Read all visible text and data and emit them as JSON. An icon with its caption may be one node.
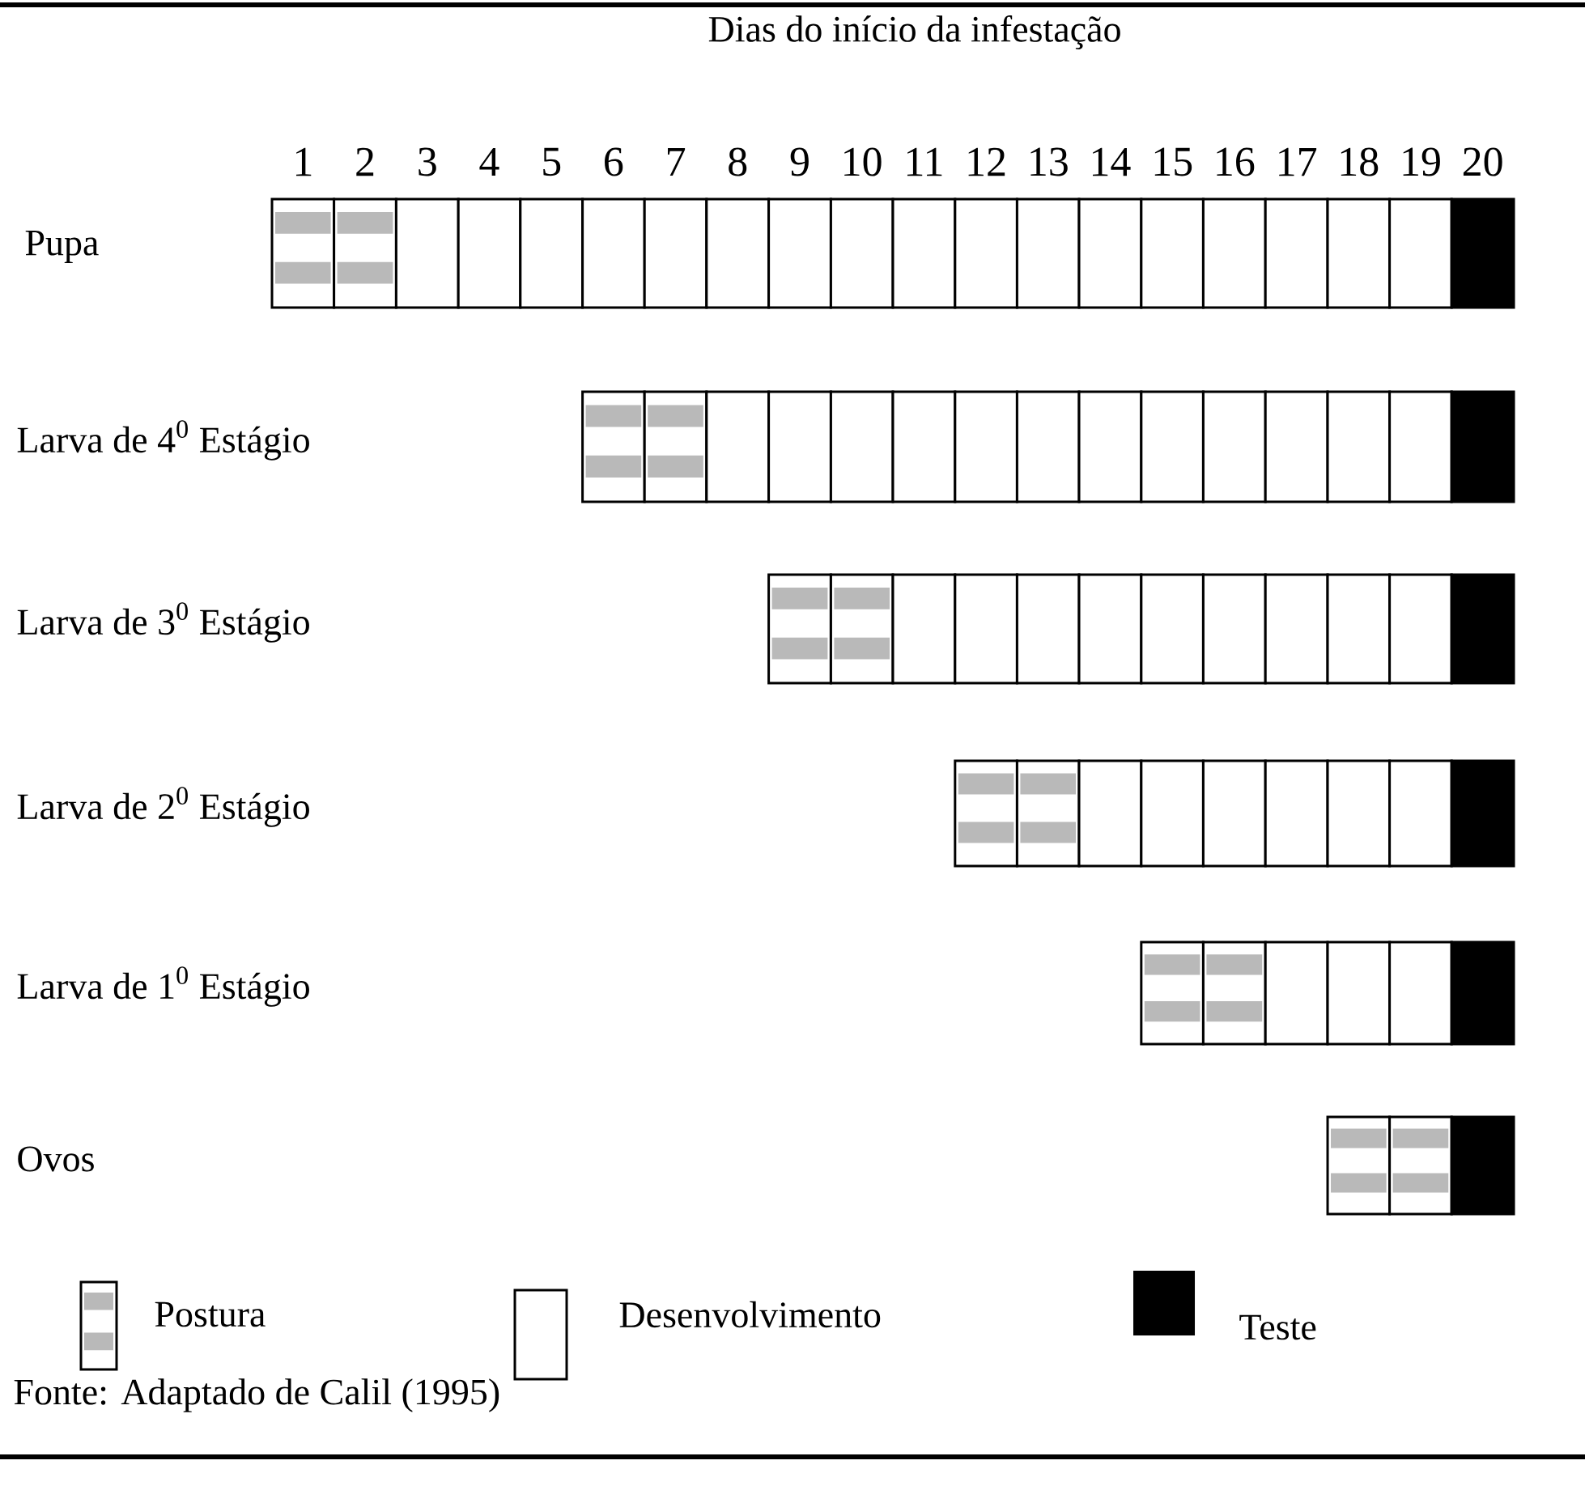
{
  "diagram": {
    "caption": "Fonte: Adaptado de Calil (1995)",
    "nodes": [
      {
        "text": [
          "Pupa"
        ]
      },
      {
        "text": [
          "Larva de 4$^{0}$ Estágio"
        ]
      },
      {
        "text": [
          "Larva de 3$^{0}$ Estágio"
        ]
      },
      {
        "text": [
          "Larva de 2$^{0}$ Estágio"
        ]
      },
      {
        "text": [
          "Larva de 1$^{0}$ Estágio"
        ]
      },
      {
        "text": [
          "Ovos"
        ]
      }
    ],
    "labels": [
      "Dias do início da infestação",
      "1",
      "2",
      "3",
      "4",
      "5",
      "6",
      "7",
      "8",
      "9",
      "10",
      "11",
      "12",
      "13",
      "14",
      "15",
      "16",
      "17",
      "18",
      "19",
      "20"
    ],
    "legend": [
      {
        "text": "Postura"
      },
      {
        "text": "Desenvolvimento"
      },
      {
        "text": "Teste",
        "color": "#000000"
      }
    ]
  }
}
